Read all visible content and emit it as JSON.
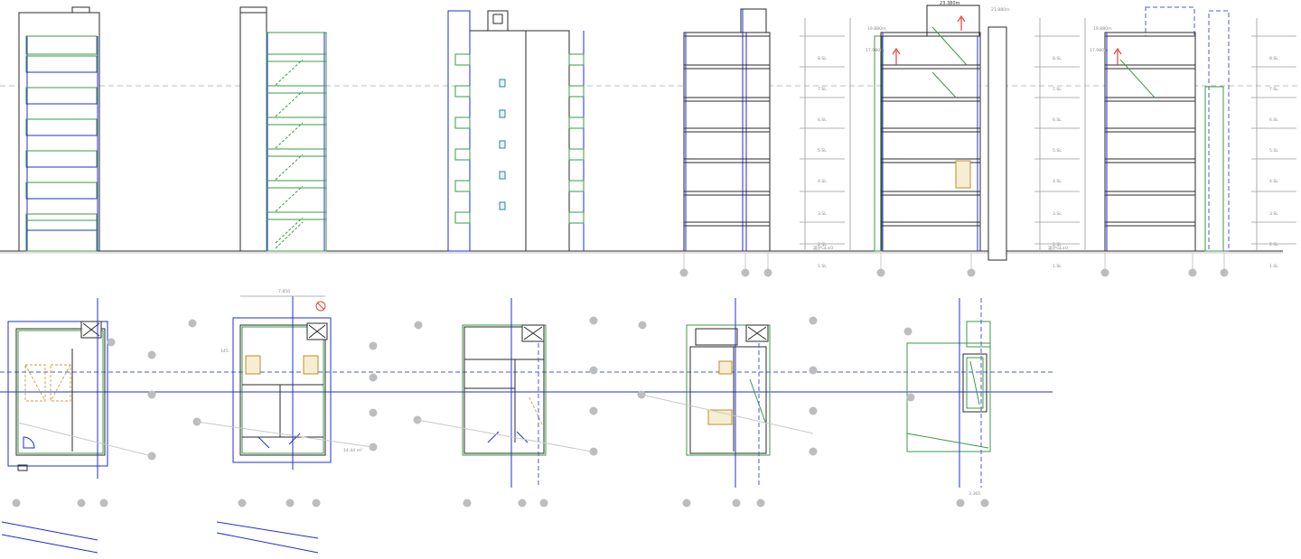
{
  "drawing": {
    "colors": {
      "line": "#2a2a2a",
      "blue": "#1f2fd6",
      "green": "#3c9a45",
      "gridline": "#bdbdbd",
      "bubble": "#bdbdbd",
      "yellow": "#c8a23a",
      "teal": "#2a8a8a",
      "red": "#e8403a"
    },
    "views": {
      "elevations": [
        {
          "id": "elevation-1"
        },
        {
          "id": "elevation-2"
        },
        {
          "id": "elevation-3"
        }
      ],
      "sections": [
        {
          "id": "section-1",
          "level_labels": [
            "8.SL",
            "7.SL",
            "6.SL",
            "5.SL",
            "4.SL",
            "3.SL",
            "2.SL",
            "1.SL"
          ]
        },
        {
          "id": "section-2",
          "level_labels": [
            "8.SL",
            "7.SL",
            "6.SL",
            "5.SL",
            "4.SL",
            "3.SL",
            "2.SL",
            "1.SL"
          ]
        },
        {
          "id": "section-3",
          "level_labels": [
            "8.SL",
            "7.SL",
            "6.SL",
            "5.SL",
            "4.SL",
            "3.SL",
            "2.SL",
            "1.SL"
          ]
        }
      ],
      "plans": [
        {
          "id": "plan-1f"
        },
        {
          "id": "plan-2f"
        },
        {
          "id": "plan-3f"
        },
        {
          "id": "plan-4f"
        },
        {
          "id": "plan-roof"
        }
      ]
    },
    "text": {
      "sec2_top": "23.380m",
      "sec2_left_top": "19.880m",
      "sec2_left_2": "17.980m",
      "sec2_right_top": "21.880m",
      "sec3_left_top": "19.880m",
      "sec3_left_2": "17.980m",
      "level_gl": "設計GL±0",
      "dim_plan2_top": "7.850",
      "dim_plan2_mid": "145",
      "area_plan2": "14.44 m²",
      "dim_plan5": "3.365"
    }
  }
}
